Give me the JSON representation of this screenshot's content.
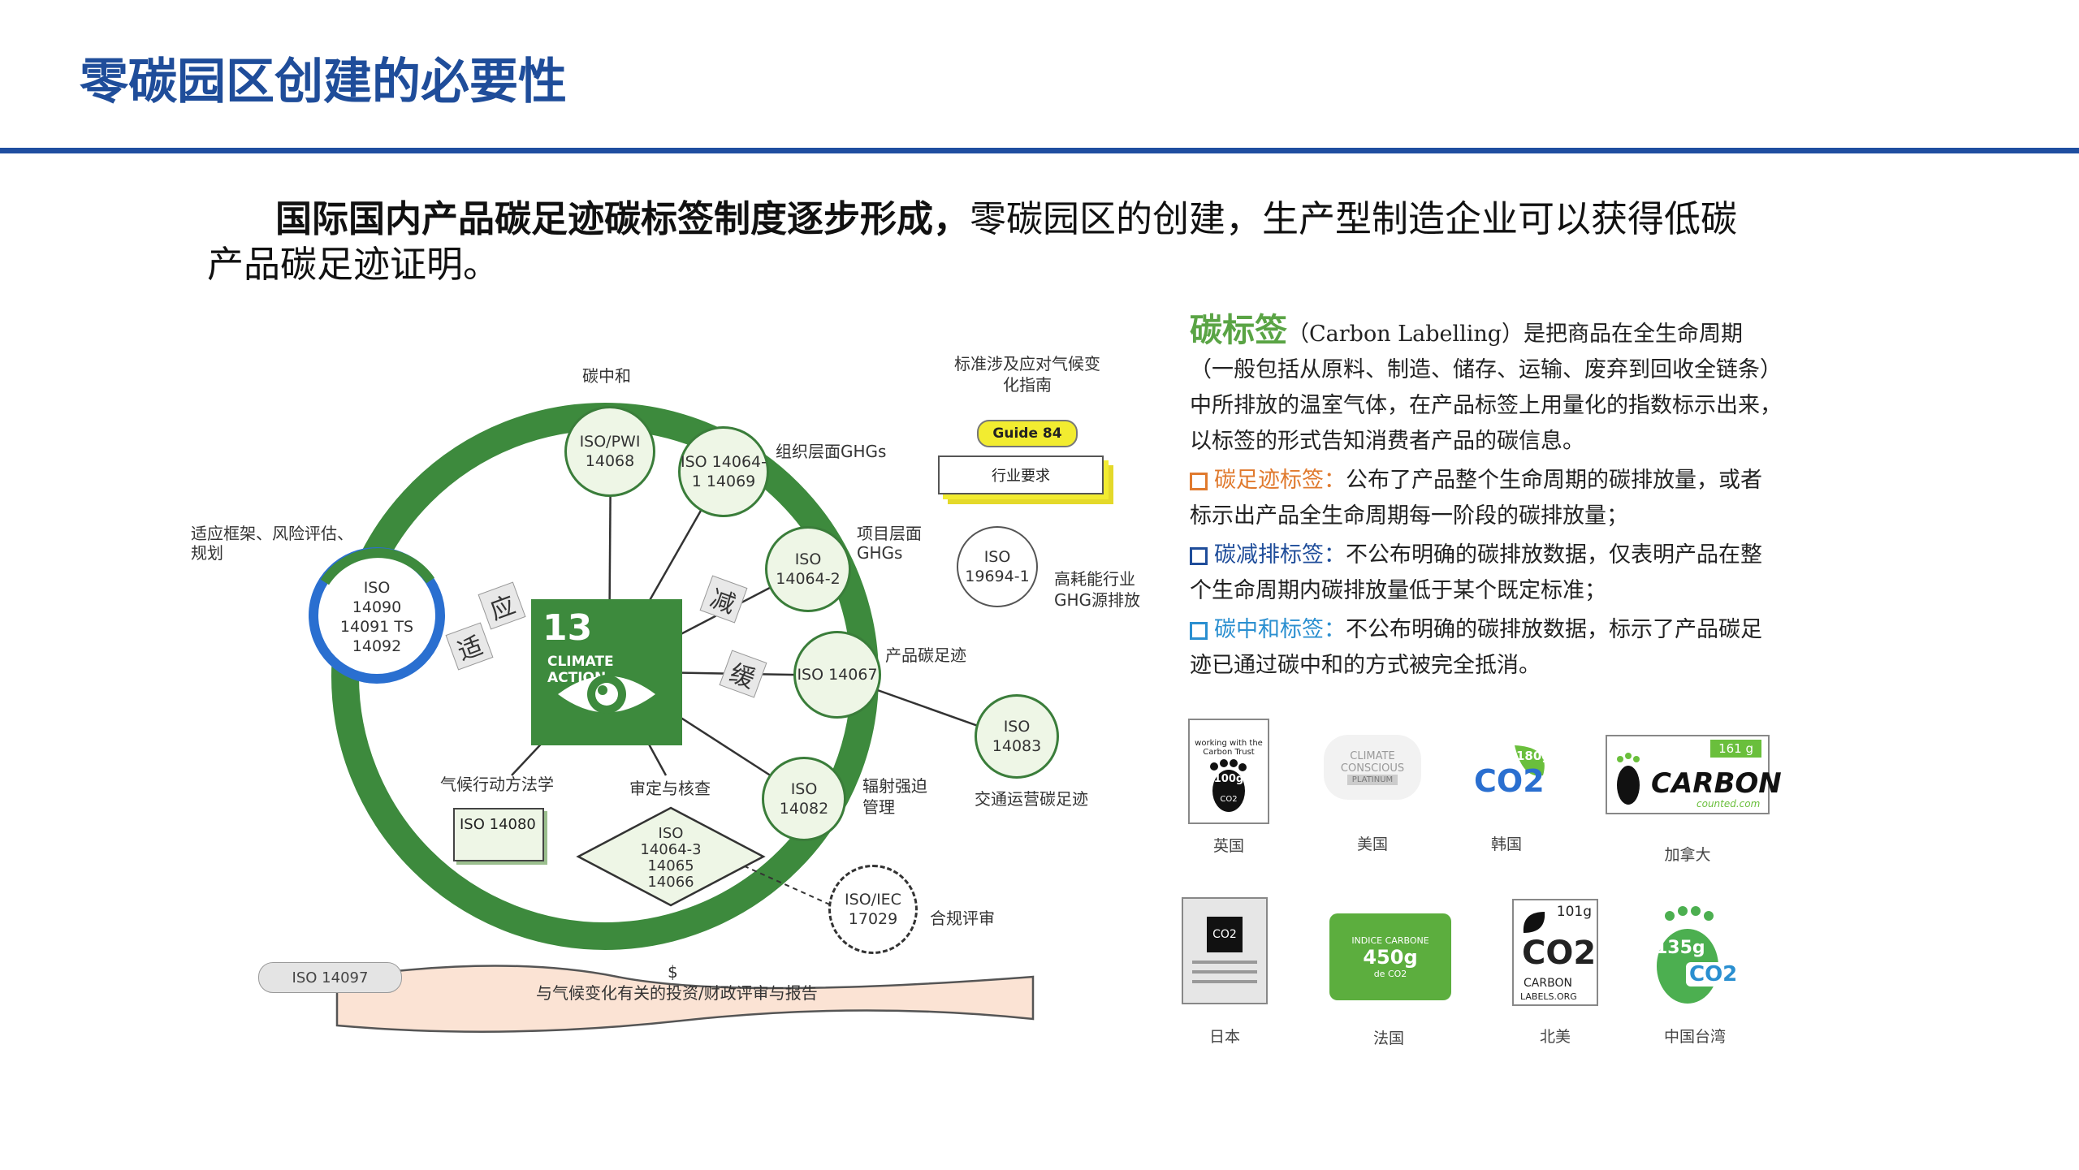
{
  "header": {
    "title": "零碳园区创建的必要性"
  },
  "intro": {
    "lead_bold": "国际国内产品碳足迹碳标签制度逐步形成，",
    "rest": "零碳园区的创建，生产型制造企业可以获得低碳产品碳足迹证明。"
  },
  "diagram": {
    "top_label": "碳中和",
    "left_label": "适应框架、风险评估、规划",
    "standards_label": "标准涉及应对气候变化指南",
    "guide_tag": "Guide 84",
    "industry_req": "行业要求",
    "sdg_number": "13",
    "sdg_text": "CLIMATE ACTION",
    "adapt_chars": [
      "适",
      "应"
    ],
    "mitigate_chars": [
      "减",
      "缓"
    ],
    "nodes": {
      "iso_pwi": "ISO/PWI 14068",
      "iso_14064_1": "ISO 14064-1 14069",
      "iso_14064_2": "ISO 14064-2",
      "iso_14090": "ISO 14090 14091 TS 14092",
      "iso_19694": "ISO 19694-1",
      "iso_14067": "ISO 14067",
      "iso_14083": "ISO 14083",
      "iso_14082": "ISO 14082",
      "iso_iec_17029": "ISO/IEC 17029",
      "iso_14064_3": "ISO 14064-3 14065 14066",
      "iso_14080": "ISO 14080",
      "iso_14097": "ISO 14097"
    },
    "labels": {
      "org_ghg": "组织层面GHGs",
      "project_ghg": "项目层面 GHGs",
      "high_energy": "高耗能行业 GHG源排放",
      "product_cf": "产品碳足迹",
      "transport_cf": "交通运营碳足迹",
      "radiative": "辐射强迫 管理",
      "conformity": "合规评审",
      "methodology": "气候行动方法学",
      "verification": "审定与核查",
      "finance_symbol": "$",
      "finance": "与气候变化有关的投资/财政评审与报告"
    }
  },
  "carbon_label": {
    "head": "碳标签",
    "desc": "（Carbon Labelling）是把商品在全生命周期（一般包括从原料、制造、储存、运输、废弃到回收全链条）中所排放的温室气体，在产品标签上用量化的指数标示出来，以标签的形式告知消费者产品的碳信息。",
    "bullets": [
      {
        "title": "碳足迹标签：",
        "text": "公布了产品整个生命周期的碳排放量，或者标示出产品全生命周期每一阶段的碳排放量；",
        "color": "#e07a2e"
      },
      {
        "title": "碳减排标签：",
        "text": "不公布明确的碳排放数据，仅表明产品在整个生命周期内碳排放量低于某个既定标准；",
        "color": "#1f4d9a"
      },
      {
        "title": "碳中和标签：",
        "text": "不公布明确的碳排放数据，标示了产品碳足迹已通过碳中和的方式被完全抵消。",
        "color": "#2a8fd0"
      }
    ]
  },
  "logos": {
    "uk": {
      "caption": "英国",
      "top": "working with the Carbon Trust",
      "value": "100g",
      "unit": "CO2"
    },
    "us": {
      "caption": "美国",
      "line1": "CLIMATE",
      "line2": "CONSCIOUS",
      "line3": "PLATINUM"
    },
    "kr": {
      "caption": "韩国",
      "value": "180g",
      "unit": "CO2"
    },
    "ca": {
      "caption": "加拿大",
      "value": "161 g",
      "brand": "CARBON",
      "sub": "counted.com"
    },
    "jp": {
      "caption": "日本",
      "unit": "CO2"
    },
    "fr": {
      "caption": "法国",
      "line1": "INDICE CARBONE",
      "value": "450g",
      "unit": "de CO2"
    },
    "na": {
      "caption": "北美",
      "value": "101g",
      "brand": "CO2",
      "line1": "CARBON",
      "line2": "LABELS.ORG"
    },
    "tw": {
      "caption": "中国台湾",
      "value": "135g",
      "unit": "CO2"
    }
  }
}
